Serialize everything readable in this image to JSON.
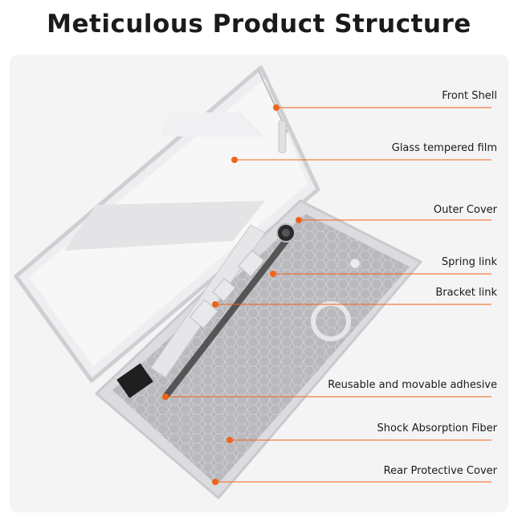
{
  "page": {
    "title": "Meticulous Product Structure"
  },
  "colors": {
    "accent": "#f06418",
    "panel": "#f4f4f5",
    "case_frame": "#d7d7da",
    "fiber": "#b6b6ba",
    "adhesive_strip": "#555555"
  },
  "labels": [
    {
      "id": "front-shell",
      "text": "Front Shell"
    },
    {
      "id": "glass-tempered-film",
      "text": "Glass tempered film"
    },
    {
      "id": "outer-cover",
      "text": "Outer Cover"
    },
    {
      "id": "spring-link",
      "text": "Spring link"
    },
    {
      "id": "bracket-link",
      "text": "Bracket link"
    },
    {
      "id": "reusable-adhesive",
      "text": "Reusable and movable adhesive"
    },
    {
      "id": "shock-absorption-fiber",
      "text": "Shock Absorption Fiber"
    },
    {
      "id": "rear-protective-cover",
      "text": "Rear Protective Cover"
    }
  ]
}
